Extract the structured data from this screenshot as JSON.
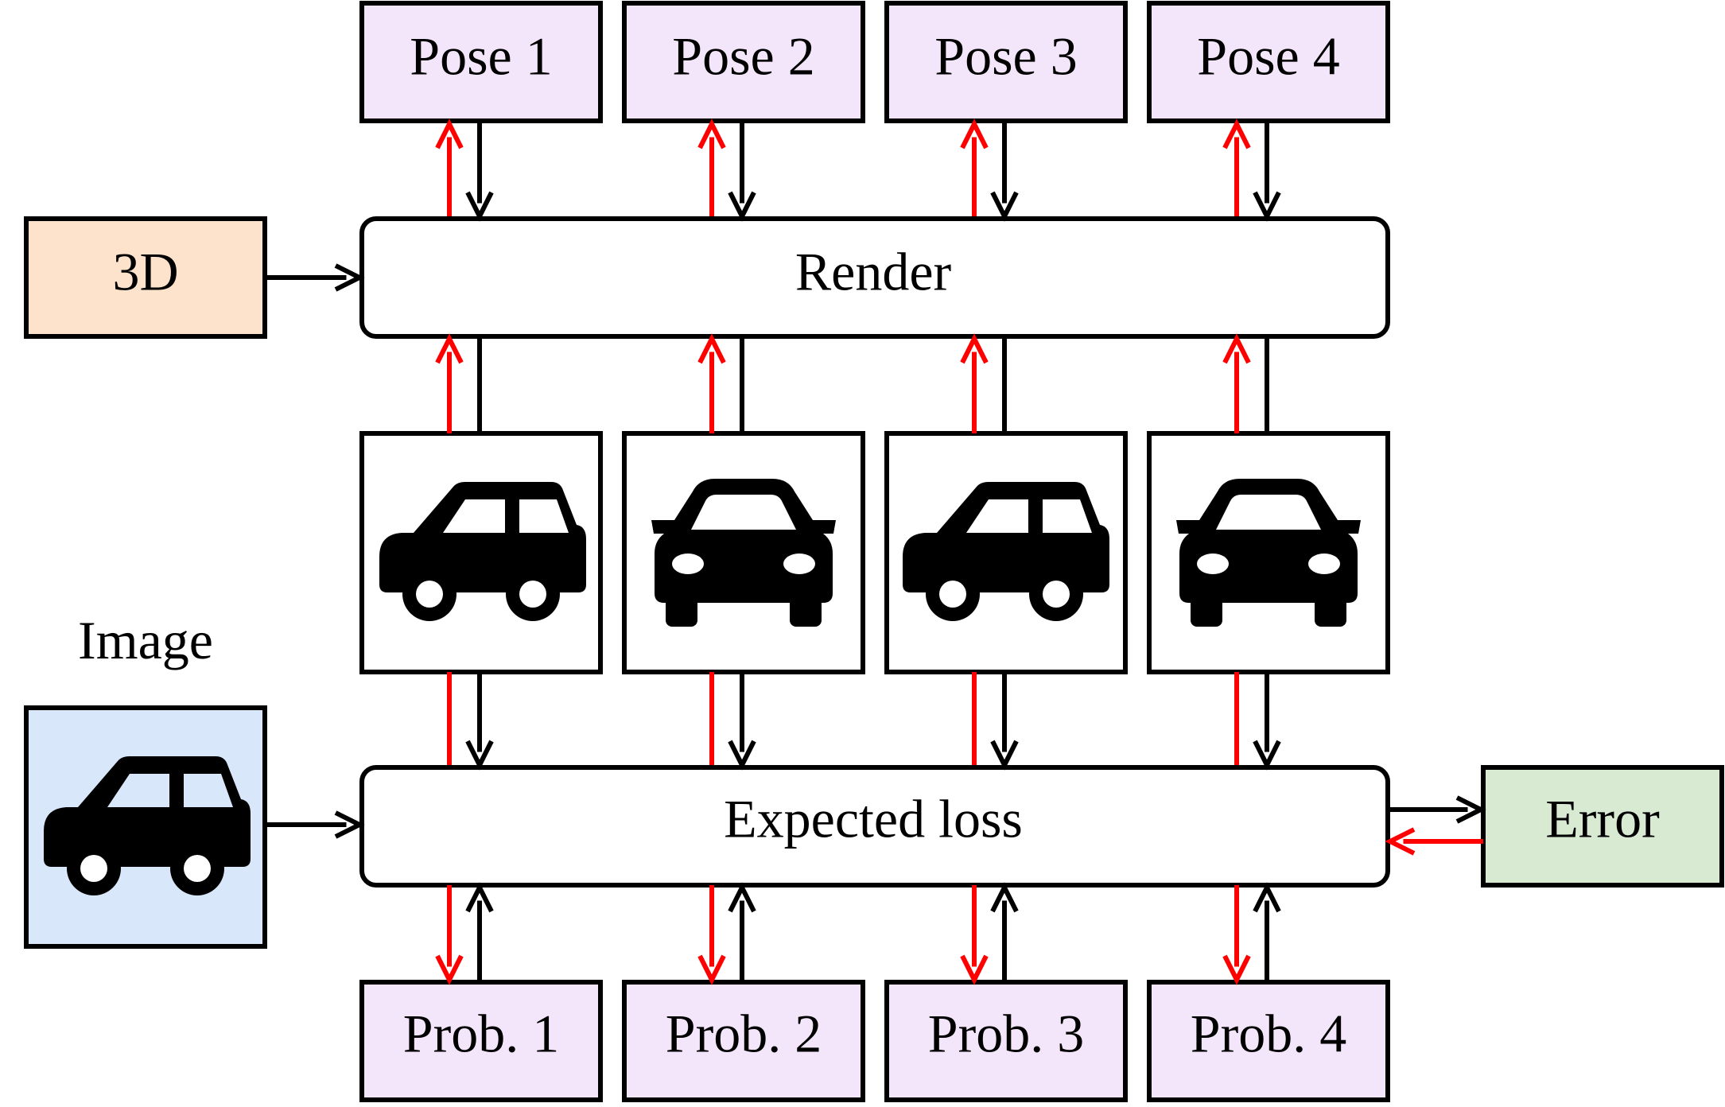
{
  "poses": [
    "Pose 1",
    "Pose 2",
    "Pose 3",
    "Pose 4"
  ],
  "probs": [
    "Prob. 1",
    "Prob. 2",
    "Prob. 3",
    "Prob. 4"
  ],
  "input_3d": "3D",
  "render": "Render",
  "image_label": "Image",
  "expected_loss": "Expected loss",
  "error": "Error",
  "car_views": [
    "car-side-icon",
    "car-front-icon",
    "car-side-icon",
    "car-front-icon"
  ],
  "colors": {
    "pose_fill": "#f3e6fa",
    "prob_fill": "#f3e6fa",
    "input_3d_fill": "#fde3cc",
    "image_fill": "#d9e7fa",
    "error_fill": "#d9ead3",
    "forward_arrow": "#000000",
    "gradient_arrow": "#ff0000"
  }
}
